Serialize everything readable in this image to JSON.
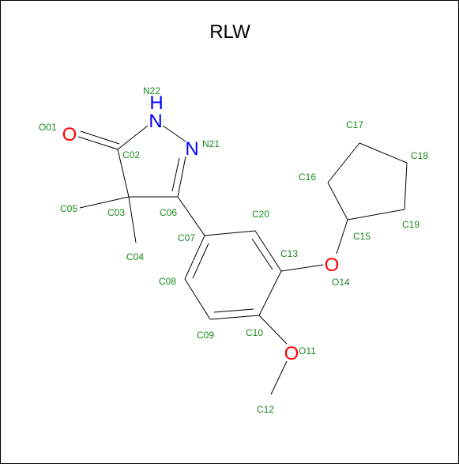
{
  "diagram": {
    "title": "RLW",
    "colors": {
      "carbon_label": "#1a8a1a",
      "oxygen": "#ff0000",
      "nitrogen": "#0000ff",
      "bond": "#000000"
    },
    "heteroatom_symbols": {
      "O01": "O",
      "N22": "N",
      "H22": "H",
      "N21": "N",
      "O14": "O",
      "O11": "O"
    },
    "atom_labels": {
      "O01": "O01",
      "N22": "N22",
      "N21": "N21",
      "C02": "C02",
      "C05": "C05",
      "C03": "C03",
      "C06": "C06",
      "C04": "C04",
      "C20": "C20",
      "C07": "C07",
      "C13": "C13",
      "C08": "C08",
      "C09": "C09",
      "C10": "C10",
      "O11": "O11",
      "C12": "C12",
      "C17": "C17",
      "C18": "C18",
      "C16": "C16",
      "C15": "C15",
      "C19": "C19",
      "O14": "O14"
    }
  }
}
